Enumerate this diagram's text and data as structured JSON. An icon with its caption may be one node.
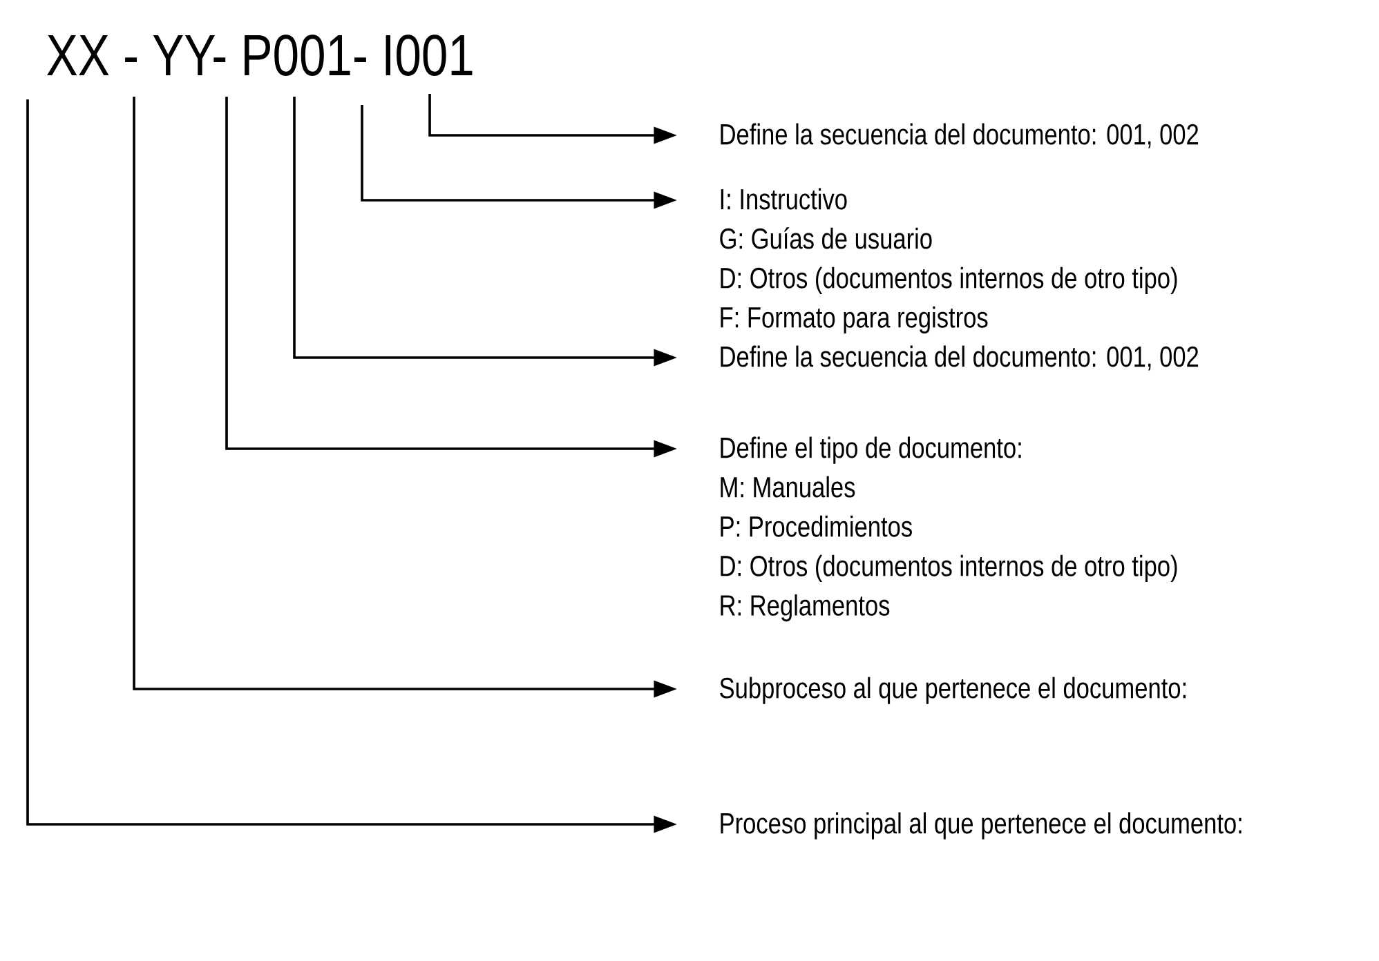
{
  "diagram": {
    "title": "XX - YY- P001- I001",
    "nodes": [
      {
        "text": [
          "Define la secuencia del documento: 001, 002"
        ]
      },
      {
        "text": [
          "I:  Instructivo",
          "G: Guías de usuario",
          "D: Otros (documentos internos de otro tipo)",
          "F:  Formato para registros"
        ]
      },
      {
        "text": [
          "Define la secuencia del documento: 001, 002"
        ]
      },
      {
        "text": [
          "Define el tipo de documento:",
          "M:  Manuales",
          "P:  Procedimientos",
          "D:  Otros (documentos internos de otro tipo)",
          "R:  Reglamentos"
        ]
      },
      {
        "text": [
          "Subproceso al que pertenece el documento:"
        ]
      },
      {
        "text": [
          "Proceso principal al que pertenece el documento:"
        ]
      }
    ],
    "edges": [
      {
        "from": null,
        "to": 0,
        "arrow": "to"
      },
      {
        "from": null,
        "to": 1,
        "arrow": "to"
      },
      {
        "from": null,
        "to": 2,
        "arrow": "to"
      },
      {
        "from": null,
        "to": 3,
        "arrow": "to"
      },
      {
        "from": null,
        "to": 4,
        "arrow": "to"
      },
      {
        "from": null,
        "to": 5,
        "arrow": "to"
      }
    ]
  }
}
